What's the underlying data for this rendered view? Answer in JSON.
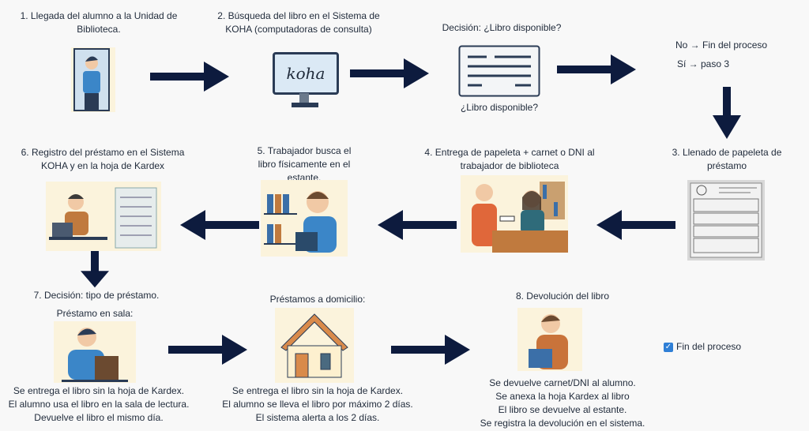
{
  "steps": {
    "s1": {
      "line1": "1. Llegada del alumno a la Unidad de",
      "line2": "Biblioteca."
    },
    "s2": {
      "line1": "2. Búsqueda del libro en el Sistema de",
      "line2": "KOHA (computadoras de consulta)",
      "screen_text": "koha"
    },
    "decision": {
      "title": "Decisión: ¿Libro disponible?",
      "caption": "¿Libro disponible?",
      "no": "No → Fin del proceso",
      "yes": "Sí → paso 3"
    },
    "s3": {
      "line1": "3. Llenado de papeleta de",
      "line2": "préstamo"
    },
    "s4": {
      "line1": "4. Entrega de papeleta + carnet o DNI al",
      "line2": "trabajador de biblioteca"
    },
    "s5": {
      "line1": "5. Trabajador busca el",
      "line2": "libro físicamente en el",
      "line3": "estante."
    },
    "s6": {
      "line1": "6. Registro del préstamo en el Sistema",
      "line2": "KOHA y en la hoja de Kardex"
    },
    "s7": {
      "title": "7. Decisión: tipo de préstamo.",
      "subtitle": "Préstamo en sala:",
      "lines": [
        "Se entrega el libro sin la hoja de Kardex.",
        "El alumno usa el libro en la sala de lectura.",
        "Devuelve el libro el mismo día."
      ]
    },
    "home": {
      "title": "Préstamos a domicilio:",
      "lines": [
        "Se entrega el libro sin la hoja de Kardex.",
        "El alumno se lleva el libro por máximo 2 días.",
        "El sistema alerta a los 2 días."
      ]
    },
    "s8": {
      "title": "8. Devolución del libro",
      "lines": [
        "Se devuelve carnet/DNI al alumno.",
        "Se anexa la hoja Kardex al libro",
        "El libro se devuelve al estante.",
        "Se registra la devolución en el sistema."
      ]
    },
    "end": {
      "label": "Fin del proceso"
    }
  },
  "colors": {
    "arrow": "#0d1b3e",
    "check": "#2f7fd6"
  }
}
